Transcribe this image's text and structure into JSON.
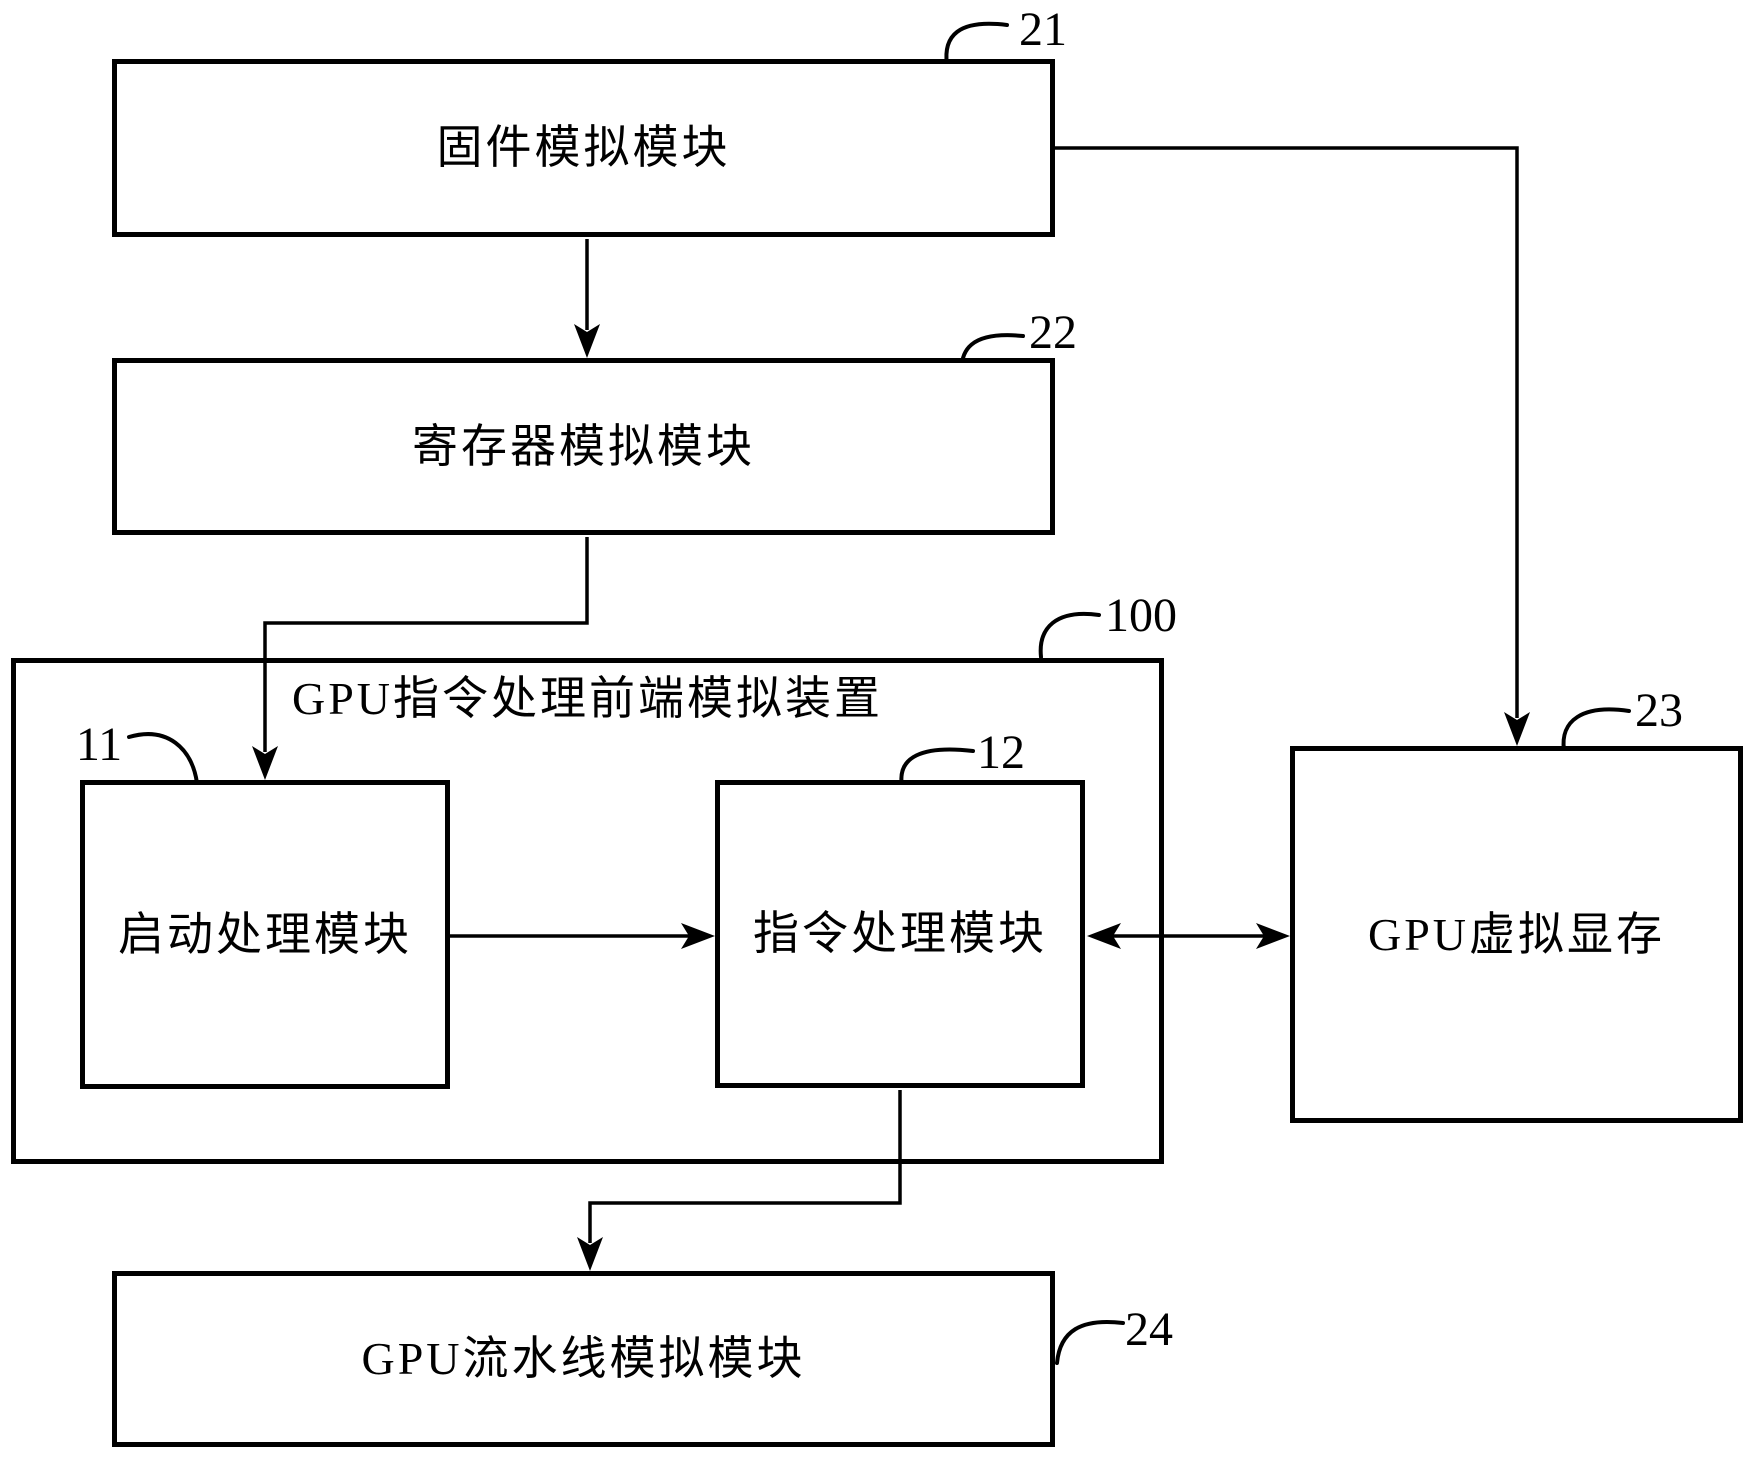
{
  "figure": {
    "background_color": "#ffffff",
    "line_color": "#000000",
    "boxes": {
      "firmware": {
        "label": "固件模拟模块",
        "ref": "21"
      },
      "register": {
        "label": "寄存器模拟模块",
        "ref": "22"
      },
      "frontend": {
        "label": "GPU指令处理前端模拟装置",
        "ref": "100"
      },
      "boot": {
        "label": "启动处理模块",
        "ref": "11"
      },
      "instruction": {
        "label": "指令处理模块",
        "ref": "12"
      },
      "vram": {
        "label": "GPU虚拟显存",
        "ref": "23"
      },
      "pipeline": {
        "label": "GPU流水线模拟模块",
        "ref": "24"
      }
    },
    "connections": [
      {
        "from": "firmware",
        "to": "register",
        "type": "arrow"
      },
      {
        "from": "firmware",
        "to": "vram",
        "type": "arrow"
      },
      {
        "from": "register",
        "to": "boot",
        "type": "arrow"
      },
      {
        "from": "boot",
        "to": "instruction",
        "type": "arrow"
      },
      {
        "from": "instruction",
        "to": "vram",
        "type": "double-arrow"
      },
      {
        "from": "instruction",
        "to": "pipeline",
        "type": "arrow"
      }
    ]
  }
}
